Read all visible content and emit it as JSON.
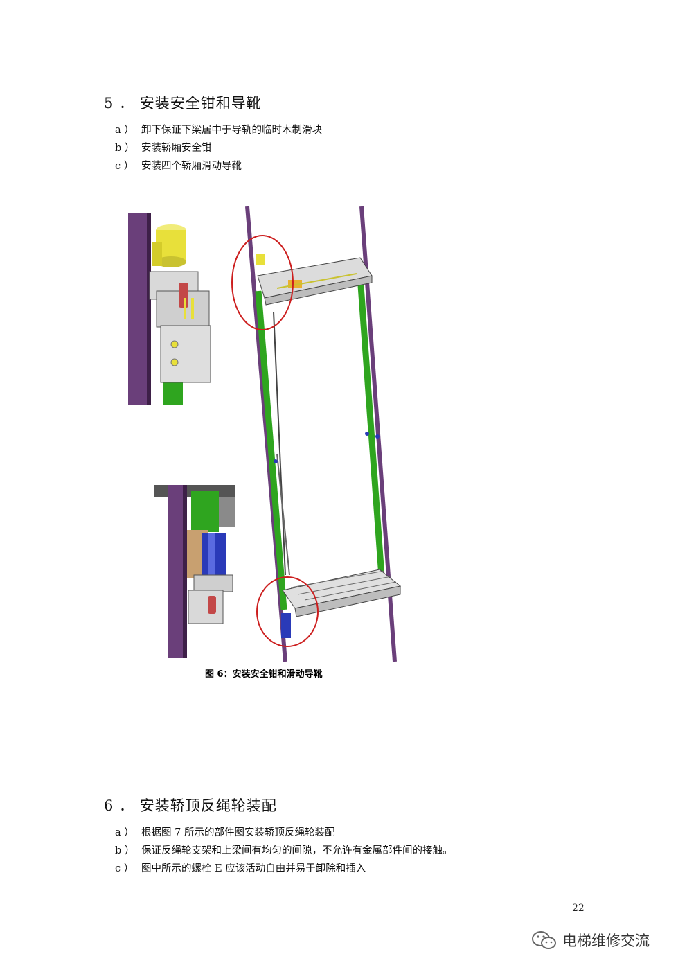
{
  "section5": {
    "title": "5 ． 安装安全钳和导靴",
    "items": [
      {
        "marker": "a ）",
        "text": "卸下保证下梁居中于导轨的临时木制滑块"
      },
      {
        "marker": "b ）",
        "text": "安装轿厢安全钳"
      },
      {
        "marker": "c ）",
        "text": "安装四个轿厢滑动导靴"
      }
    ]
  },
  "figure": {
    "caption": "图 6：安装安全钳和滑动导靴",
    "colors": {
      "rail": "#6a3f7a",
      "frame": "#2fa51f",
      "gray": "#d4d4d4",
      "yellow": "#e8e03a",
      "blue": "#2a3ab8",
      "circle": "#cc1e1e"
    }
  },
  "section6": {
    "title": "6 ． 安装轿顶反绳轮装配",
    "items": [
      {
        "marker": "a ）",
        "text": "根据图 7 所示的部件图安装轿顶反绳轮装配"
      },
      {
        "marker": "b ）",
        "text": "保证反绳轮支架和上梁间有均匀的间隙，不允许有金属部件间的接触。"
      },
      {
        "marker": "c ）",
        "text": "图中所示的螺栓 E 应该活动自由并易于卸除和插入"
      }
    ]
  },
  "page_number": "22",
  "watermark": {
    "text": "电梯维修交流",
    "icon": "wechat-icon"
  }
}
